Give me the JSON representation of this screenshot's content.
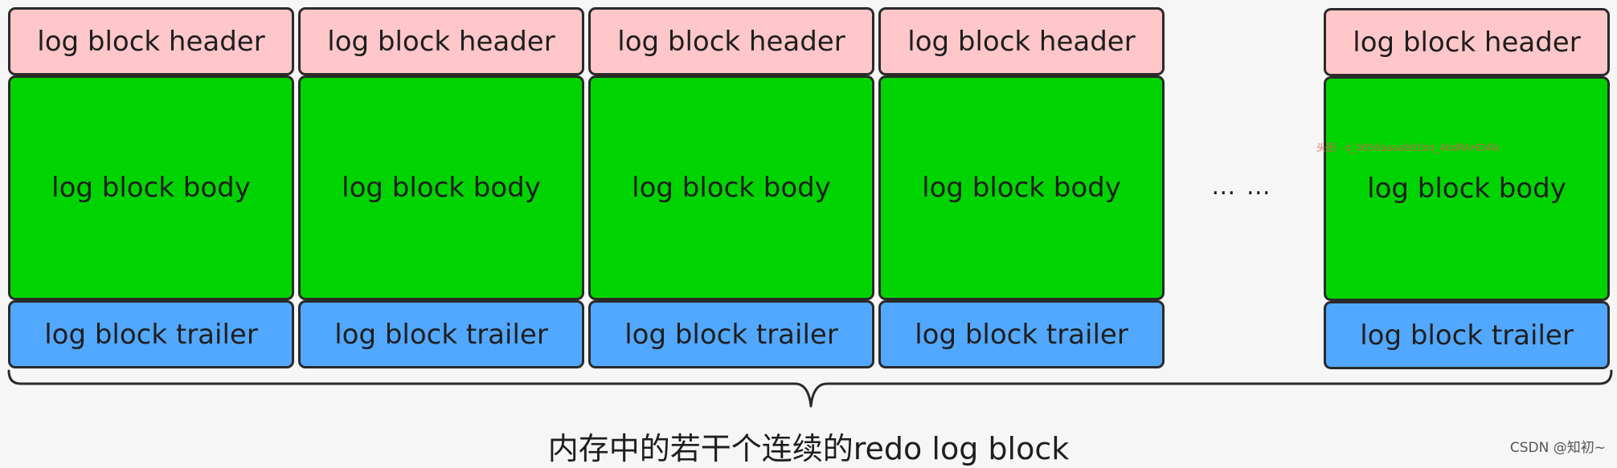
{
  "blocks": [
    {
      "header": "log block header",
      "body": "log block body",
      "trailer": "log block trailer"
    },
    {
      "header": "log block header",
      "body": "log block body",
      "trailer": "log block trailer"
    },
    {
      "header": "log block header",
      "body": "log block body",
      "trailer": "log block trailer"
    },
    {
      "header": "log block header",
      "body": "log block body",
      "trailer": "log block trailer"
    },
    {
      "header": "log block header",
      "body": "log block body",
      "trailer": "log block trailer"
    }
  ],
  "ellipsis": "… …",
  "caption": "内存中的若干个连续的redo log block",
  "watermark": "CSDN @知初~",
  "stamp_text": "头图 · d_0056aaaa8d1bd_46dRAHD4ik",
  "colors": {
    "header": "#ffc7c9",
    "body": "#00d400",
    "trailer": "#52a8ff",
    "border": "#2a2a2a"
  }
}
